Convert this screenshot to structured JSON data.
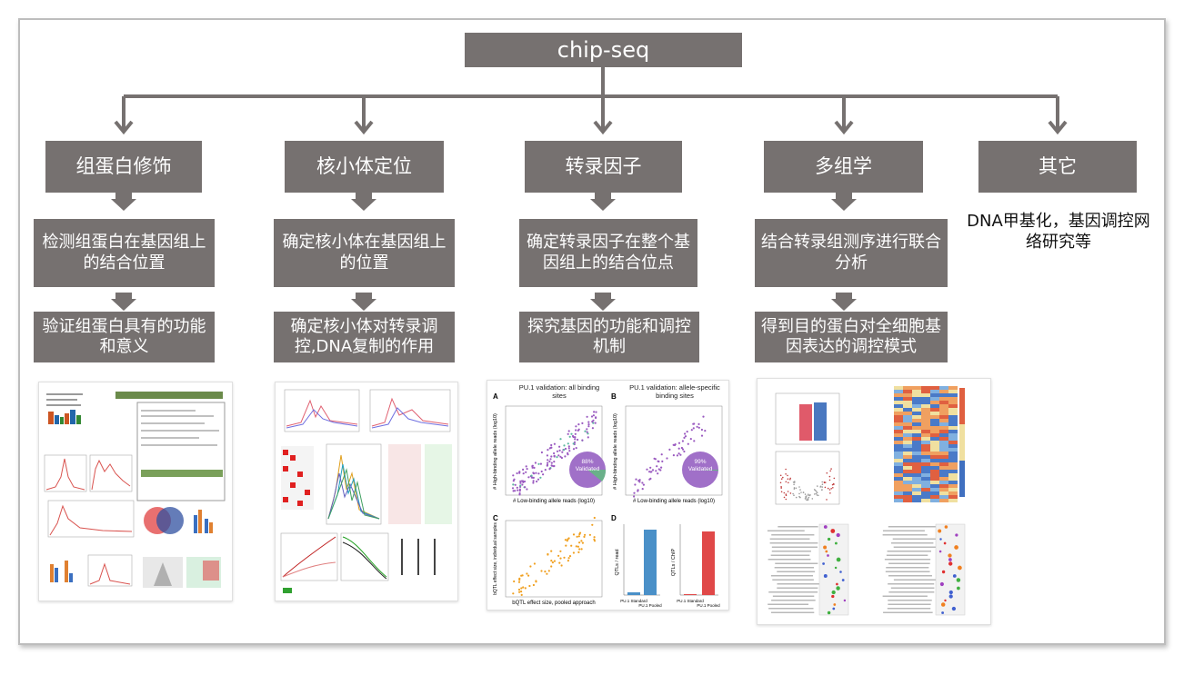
{
  "root": "chip-seq",
  "columns": [
    {
      "title": "组蛋白修饰",
      "steps": [
        "检测组蛋白在基因组上的结合位置",
        "验证组蛋白具有的功能和意义"
      ]
    },
    {
      "title": "核小体定位",
      "steps": [
        "确定核小体在基因组上的位置",
        "确定核小体对转录调控,DNA复制的作用"
      ]
    },
    {
      "title": "转录因子",
      "steps": [
        "确定转录因子在整个基因组上的结合位点",
        "探究基因的功能和调控机制"
      ]
    },
    {
      "title": "多组学",
      "steps": [
        "结合转录组测序进行联合分析",
        "得到目的蛋白对全细胞基因表达的调控模式"
      ]
    },
    {
      "title": "其它",
      "note": "DNA甲基化，基因调控网络研究等"
    }
  ],
  "colors": {
    "box": "#767170",
    "arrow": "#767170",
    "frame": "#bdbdbd"
  },
  "figures": {
    "tf": {
      "panelA": {
        "label": "A",
        "title": "PU.1 validation: all binding sites",
        "xlabel": "# Low-binding allele reads (log10)",
        "ylabel": "# High-binding allele reads (log10)",
        "pie": "88% Validated"
      },
      "panelB": {
        "label": "B",
        "title": "PU.1 validation: allele-specific binding sites",
        "xlabel": "# Low-binding allele reads (log10)",
        "ylabel": "# High-binding allele reads (log10)",
        "pie": "99% Validated"
      },
      "panelC": {
        "label": "C",
        "xlabel": "bQTL effect size, pooled approach",
        "ylabel": "bQTL effect size, individual samples"
      },
      "panelD": {
        "label": "D",
        "ylabel1": "QTLs / read",
        "ylabel2": "QTLs / ChIP",
        "bars": [
          "PU.1 Standard",
          "PU.1 Pooled"
        ]
      }
    }
  }
}
